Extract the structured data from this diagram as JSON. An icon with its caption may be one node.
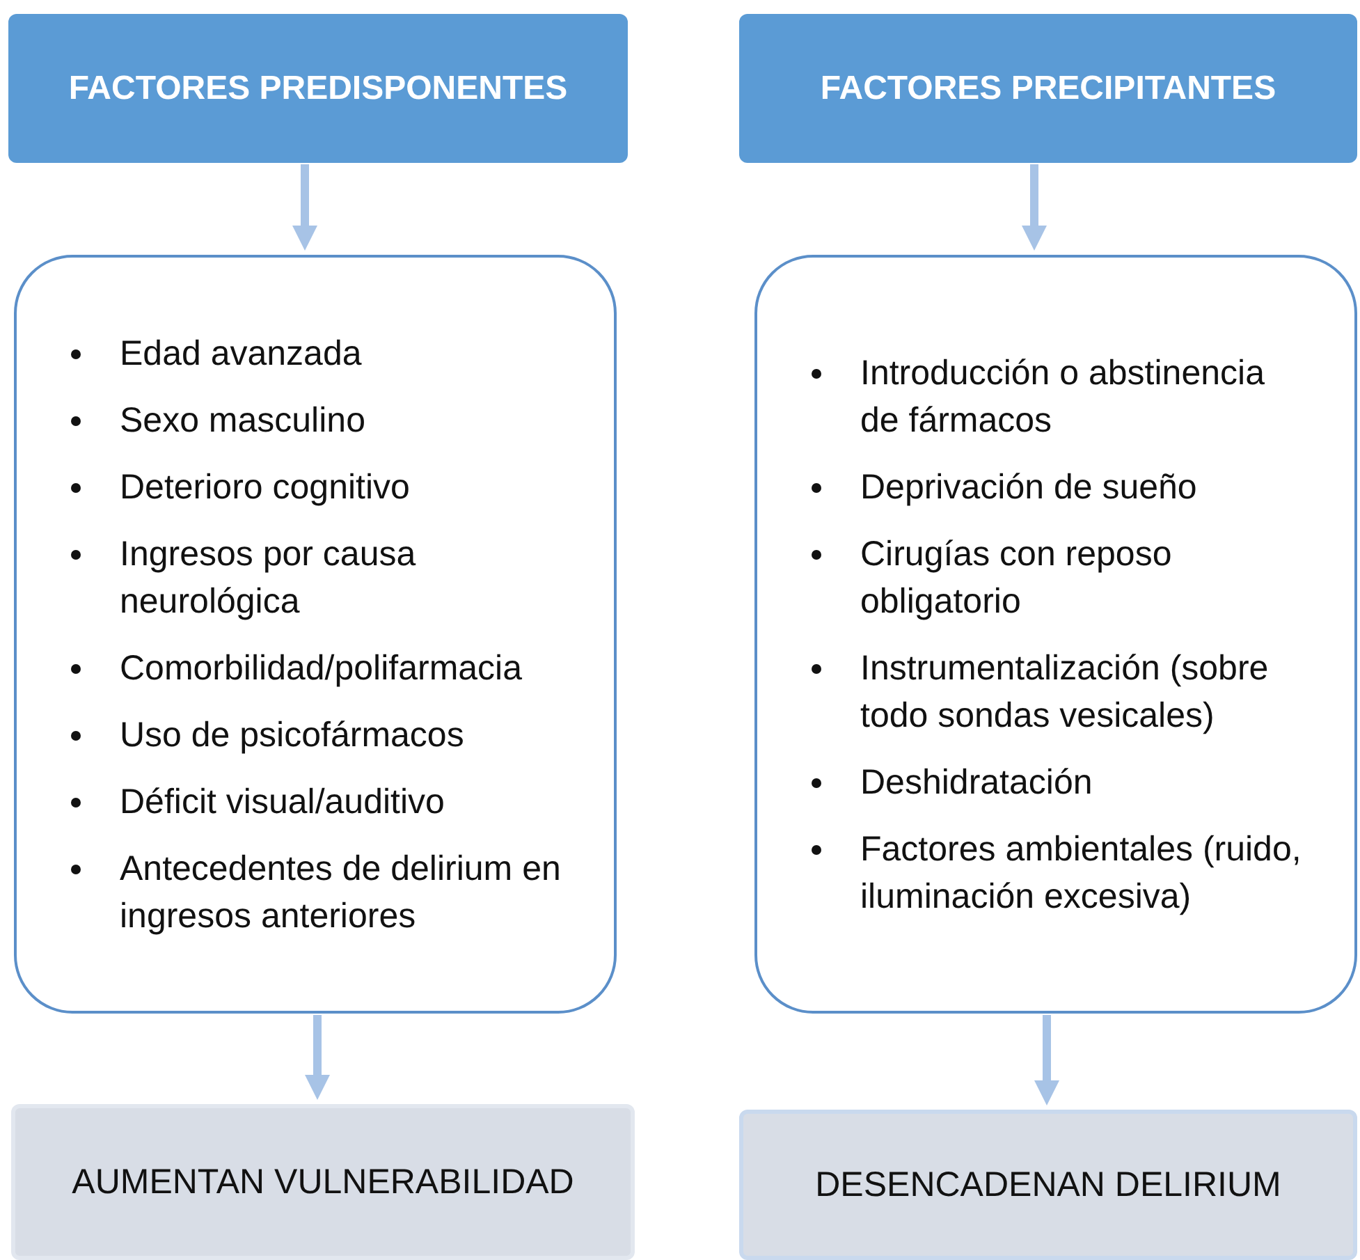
{
  "diagram": {
    "nodes": [
      {
        "text": [
          "FACTORES PREDISPONENTES"
        ]
      },
      {
        "text": [
          "Edad avanzada",
          "Sexo masculino",
          "Deterioro cognitivo",
          "Ingresos por causa neurológica",
          "Comorbilidad/polifarmacia",
          "Uso de psicofármacos",
          "Déficit visual/auditivo",
          "Antecedentes de delirium en ingresos anteriores"
        ]
      },
      {
        "text": [
          "AUMENTAN VULNERABILIDAD"
        ]
      },
      {
        "text": [
          "FACTORES PRECIPITANTES"
        ]
      },
      {
        "text": [
          "Introducción o abstinencia de fármacos",
          "Deprivación de sueño",
          "Cirugías con reposo obligatorio",
          "Instrumentalización (sobre todo sondas vesicales)",
          "Deshidratación",
          "Factores ambientales (ruido, iluminación excesiva)"
        ]
      },
      {
        "text": [
          "DESENCADENAN DELIRIUM"
        ]
      }
    ],
    "edges": [
      {
        "from": 0,
        "to": 1,
        "arrow": "to"
      },
      {
        "from": 1,
        "to": 2,
        "arrow": "to"
      },
      {
        "from": 3,
        "to": 4,
        "arrow": "to"
      },
      {
        "from": 4,
        "to": 5,
        "arrow": "to"
      }
    ]
  }
}
